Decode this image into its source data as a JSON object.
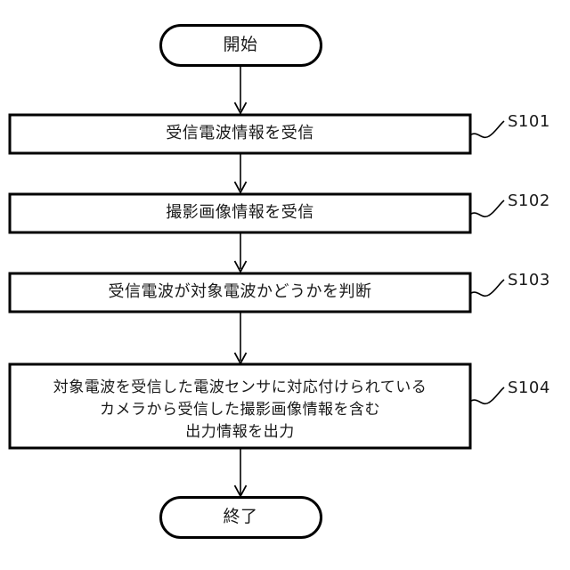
{
  "diagram": {
    "type": "flowchart",
    "orientation": "vertical",
    "language": "ja",
    "background_color": "#ffffff",
    "stroke_color": "#000000",
    "text_color": "#1a1a1a"
  },
  "nodes": {
    "start": {
      "shape": "stadium",
      "label": "開始"
    },
    "end": {
      "shape": "stadium",
      "label": "終了"
    },
    "s101": {
      "shape": "rectangle",
      "label": "受信電波情報を受信",
      "tag": "S101"
    },
    "s102": {
      "shape": "rectangle",
      "label": "撮影画像情報を受信",
      "tag": "S102"
    },
    "s103": {
      "shape": "rectangle",
      "label": "受信電波が対象電波かどうかを判断",
      "tag": "S103"
    },
    "s104": {
      "shape": "rectangle",
      "tag": "S104",
      "lines": [
        "対象電波を受信した電波センサに対応付けられている",
        "カメラから受信した撮影画像情報を含む",
        "出力情報を出力"
      ]
    }
  },
  "connectors": {
    "arrow_style": "open-v-arrowhead",
    "leader_style": "wavy-squiggle",
    "sequence": [
      "start",
      "s101",
      "s102",
      "s103",
      "s104",
      "end"
    ]
  }
}
